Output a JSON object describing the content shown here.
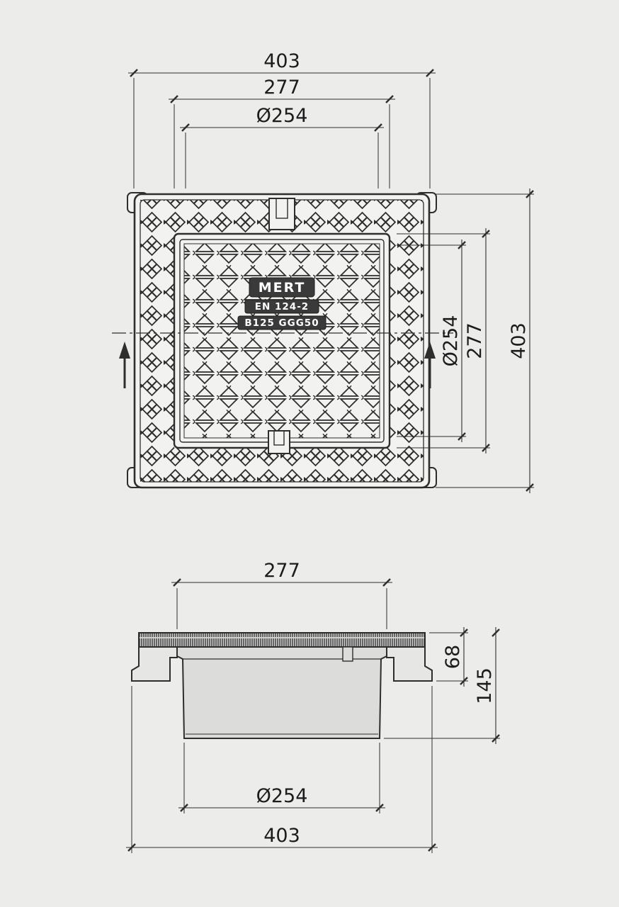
{
  "colors": {
    "background": "#ececea",
    "line": "#2e2e2e",
    "part_fill": "#f2f2f0",
    "plate": "#3a3a3a"
  },
  "top_view": {
    "dim_width_outer": "403",
    "dim_width_cover": "277",
    "dim_width_opening": "Ø254",
    "dim_height_opening": "Ø254",
    "dim_height_cover": "277",
    "dim_height_outer": "403",
    "marking_brand": "MERT",
    "marking_standard": "EN 124-2",
    "marking_class": "B125 GGG50"
  },
  "side_view": {
    "dim_width_cover": "277",
    "dim_frame_height": "68",
    "dim_total_height": "145",
    "dim_bottom_opening": "Ø254",
    "dim_width_outer": "403"
  }
}
